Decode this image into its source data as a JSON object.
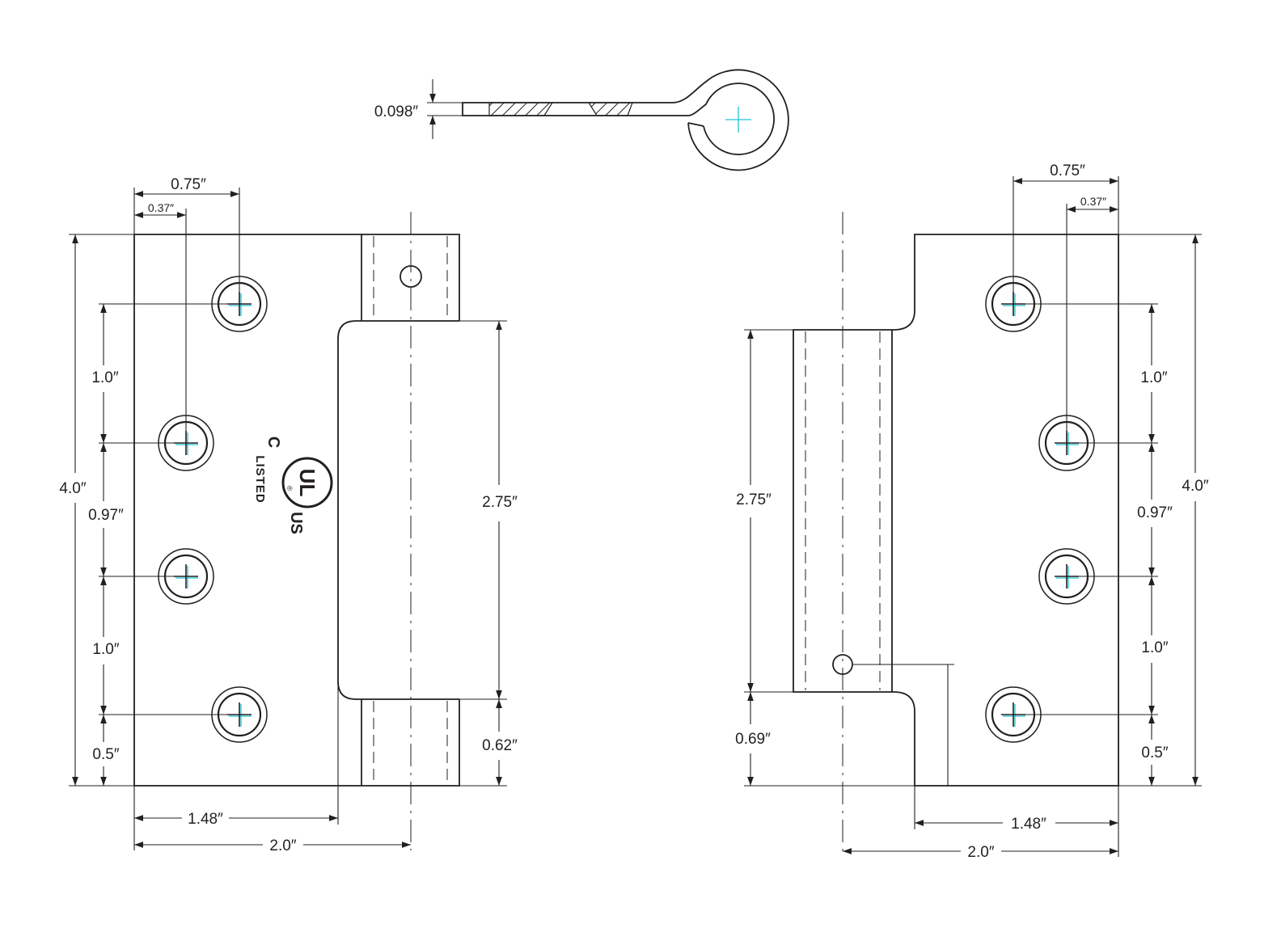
{
  "colors": {
    "line": "#231f20",
    "center_mark": "#1fc3d3",
    "background": "#ffffff"
  },
  "section_view": {
    "thickness_label": "0.098″"
  },
  "left_view": {
    "hole_offset_outer_label": "0.75″",
    "hole_offset_inner_label": "0.37″",
    "hole_spacing_top_label": "1.0″",
    "height_label": "4.0″",
    "hole_spacing_middle_label": "0.97″",
    "hole_spacing_bottom_label": "1.0″",
    "bottom_edge_label": "0.5″",
    "barrel_length_label": "2.75″",
    "barrel_offset_label": "0.62″",
    "leaf_width_label": "1.48″",
    "overall_width_label": "2.0″"
  },
  "right_view": {
    "hole_offset_outer_label": "0.75″",
    "hole_offset_inner_label": "0.37″",
    "hole_spacing_top_label": "1.0″",
    "height_label": "4.0″",
    "hole_spacing_middle_label": "0.97″",
    "hole_spacing_bottom_label": "1.0″",
    "bottom_edge_label": "0.5″",
    "barrel_length_label": "2.75″",
    "barrel_offset_label": "0.69″",
    "leaf_width_label": "1.48″",
    "overall_width_label": "2.0″"
  },
  "ul_mark": {
    "c": "C",
    "ul": "UL",
    "us": "US",
    "listed": "LISTED",
    "registered": "®"
  }
}
